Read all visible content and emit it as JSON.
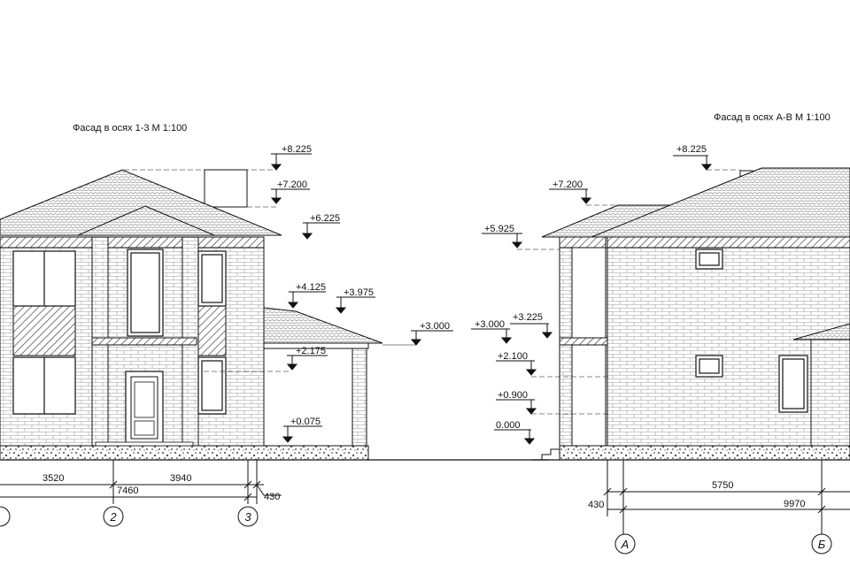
{
  "left_facade": {
    "title": "Фасад в осях 1-3 М 1:100",
    "levels": [
      "+8.225",
      "+7.200",
      "+6.225",
      "+4.125",
      "+3.975",
      "+3.000",
      "+2.175",
      "+0.075"
    ],
    "dimensions": [
      "3520",
      "3940",
      "7460",
      "430"
    ],
    "axes": [
      "2",
      "3"
    ]
  },
  "right_facade": {
    "title": "Фасад в осях А-В М 1:100",
    "levels": [
      "+8.225",
      "+7.200",
      "+5.925",
      "+3.225",
      "+3.000",
      "+2.100",
      "+0.900",
      "0.000"
    ],
    "dimensions": [
      "5750",
      "430",
      "9970"
    ],
    "axes": [
      "А",
      "Б"
    ]
  }
}
